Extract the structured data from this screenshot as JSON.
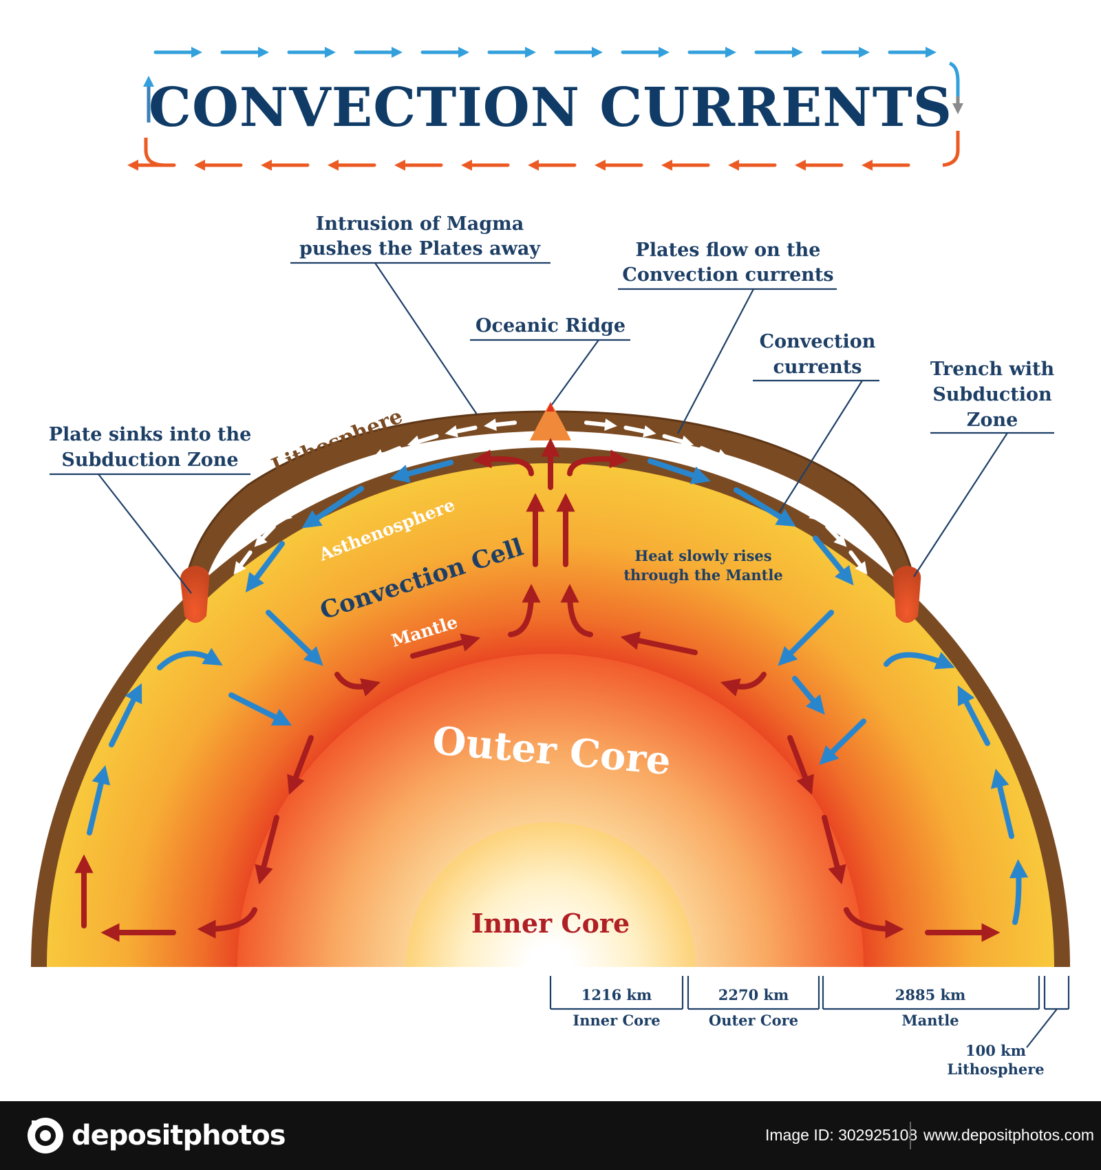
{
  "title": "CONVECTION CURRENTS",
  "labels": {
    "intrusion_line1": "Intrusion of Magma",
    "intrusion_line2": "pushes the Plates away",
    "plates_flow_line1": "Plates flow on the",
    "plates_flow_line2": "Convection currents",
    "oceanic_ridge": "Oceanic Ridge",
    "convection_currents_line1": "Convection",
    "convection_currents_line2": "currents",
    "trench_line1": "Trench with",
    "trench_line2": "Subduction",
    "trench_line3": "Zone",
    "plate_sinks_line1": "Plate sinks into the",
    "plate_sinks_line2": "Subduction Zone",
    "lithosphere": "Lithosphere",
    "asthenosphere": "Asthenosphere",
    "convection_cell": "Convection Cell",
    "mantle": "Mantle",
    "heat_rises_line1": "Heat slowly rises",
    "heat_rises_line2": "through the Mantle",
    "outer_core": "Outer Core",
    "inner_core": "Inner Core"
  },
  "scale": [
    {
      "value": "1216 km",
      "name": "Inner Core"
    },
    {
      "value": "2270 km",
      "name": "Outer Core"
    },
    {
      "value": "2885 km",
      "name": "Mantle"
    }
  ],
  "lithosphere_scale": {
    "value": "100 km",
    "name": "Lithosphere"
  },
  "footer": {
    "brand": "depositphotos",
    "image_id": "Image ID: 302925108",
    "site": "www.depositphotos.com"
  },
  "colors": {
    "title": "#0f3b66",
    "label": "#1d3f66",
    "cold_current": "#2a86cc",
    "hot_current": "#a81d1d",
    "crust": "#7a4a22",
    "inner_core_text": "#b01f24"
  }
}
